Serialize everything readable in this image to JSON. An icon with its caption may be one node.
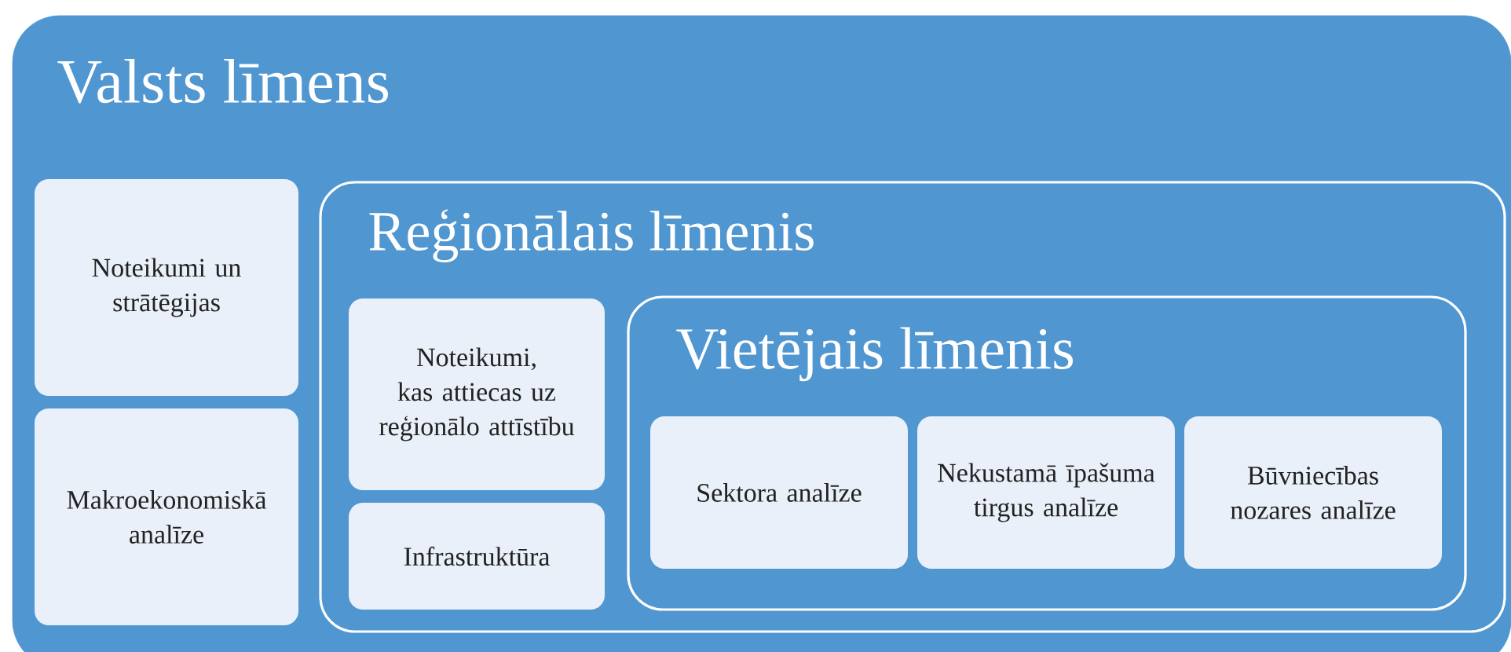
{
  "diagram": {
    "nodes": [
      {
        "text": [
          "Valsts līmens"
        ]
      },
      {
        "text": [
          "Noteikumi un strātēgijas"
        ],
        "in": 0
      },
      {
        "text": [
          "Makroekonomiskā analīze"
        ],
        "in": 0
      },
      {
        "text": [
          "Reģionālais līmenis"
        ],
        "in": 0
      },
      {
        "text": [
          "Noteikumi, kas attiecas uz reģionālo attīstību"
        ],
        "in": 3
      },
      {
        "text": [
          "Infrastruktūra"
        ],
        "in": 3
      },
      {
        "text": [
          "Vietējais līmenis"
        ],
        "in": 3
      },
      {
        "text": [
          "Sektora analīze"
        ],
        "in": 6
      },
      {
        "text": [
          "Nekustamā īpašuma tirgus analīze"
        ],
        "in": 6
      },
      {
        "text": [
          "Būvniecības nozares analīze"
        ],
        "in": 6
      }
    ]
  }
}
